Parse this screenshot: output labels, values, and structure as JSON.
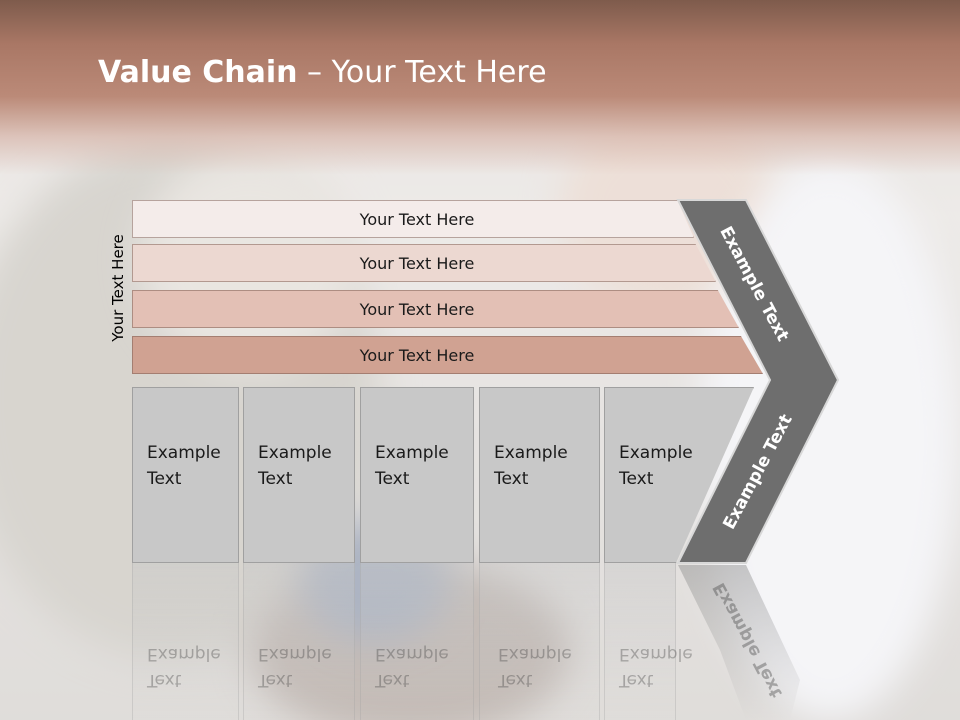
{
  "title": {
    "bold": "Value Chain",
    "rest": " – Your Text Here"
  },
  "side_label": "Your Text Here",
  "bars": [
    "Your Text Here",
    "Your Text Here",
    "Your Text Here",
    "Your Text Here"
  ],
  "columns": [
    [
      "Example",
      "Text"
    ],
    [
      "Example",
      "Text"
    ],
    [
      "Example",
      "Text"
    ],
    [
      "Example",
      "Text"
    ],
    [
      "Example",
      "Text"
    ]
  ],
  "chevron": {
    "upper": "Example Text",
    "lower": "Example Text"
  },
  "colors": {
    "title_band": "#a97765",
    "chevron": "#6e6e6e",
    "column_fill": "#c8c8c8"
  }
}
